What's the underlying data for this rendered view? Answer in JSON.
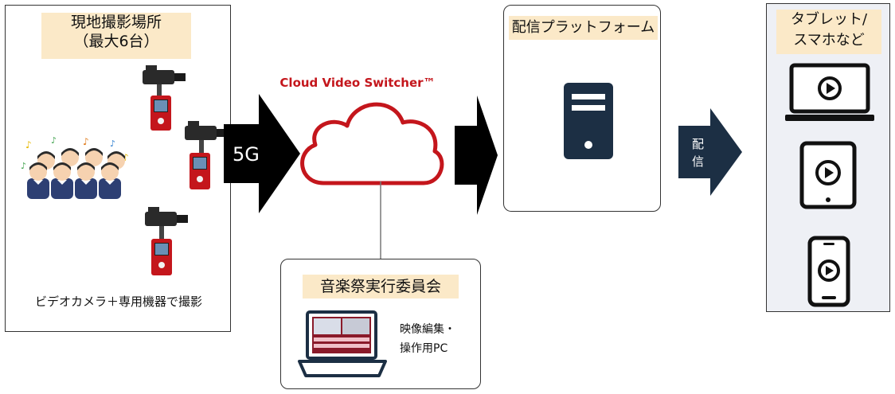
{
  "left_panel": {
    "title_line1": "現地撮影場所",
    "title_line2": "（最大6台）",
    "caption": "ビデオカメラ＋専用機器で撮影"
  },
  "arrow_5g": {
    "label": "5G"
  },
  "cloud": {
    "title": "Cloud Video Switcher™"
  },
  "committee": {
    "title": "音楽祭実行委員会",
    "note_line1": "映像編集・",
    "note_line2": "操作用PC"
  },
  "platform": {
    "title": "配信プラットフォーム"
  },
  "distribute_arrow": {
    "label_line1": "配",
    "label_line2": "信"
  },
  "devices": {
    "title_line1": "タブレット/",
    "title_line2": "スマホなど"
  },
  "colors": {
    "navy": "#1c2f44",
    "red": "#c4161c",
    "label_bg": "#fbe9c8",
    "devices_bg": "#eef0f5"
  }
}
